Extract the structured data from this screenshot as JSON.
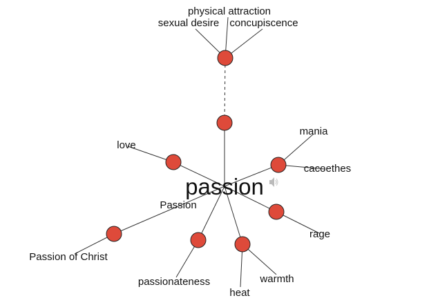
{
  "diagram": {
    "center_word": "passion",
    "icons": {
      "audio": "speaker-icon"
    },
    "colors": {
      "node_fill": "#de4a3a",
      "node_stroke": "#222222",
      "edge": "#333333"
    },
    "nodes": [
      {
        "id": "sense-sexual",
        "leaves": [
          "sexual desire",
          "physical attraction",
          "concupiscence"
        ]
      },
      {
        "id": "sense-linking",
        "leaves": []
      },
      {
        "id": "sense-love",
        "leaves": [
          "love"
        ]
      },
      {
        "id": "sense-mania",
        "leaves": [
          "mania",
          "cacoethes"
        ]
      },
      {
        "id": "sense-rage",
        "leaves": [
          "rage"
        ]
      },
      {
        "id": "sense-passion-of-christ",
        "leaves": [
          "Passion",
          "Passion of Christ"
        ]
      },
      {
        "id": "sense-passionateness",
        "leaves": [
          "passionateness"
        ]
      },
      {
        "id": "sense-heat",
        "leaves": [
          "heat",
          "warmth"
        ]
      }
    ]
  }
}
